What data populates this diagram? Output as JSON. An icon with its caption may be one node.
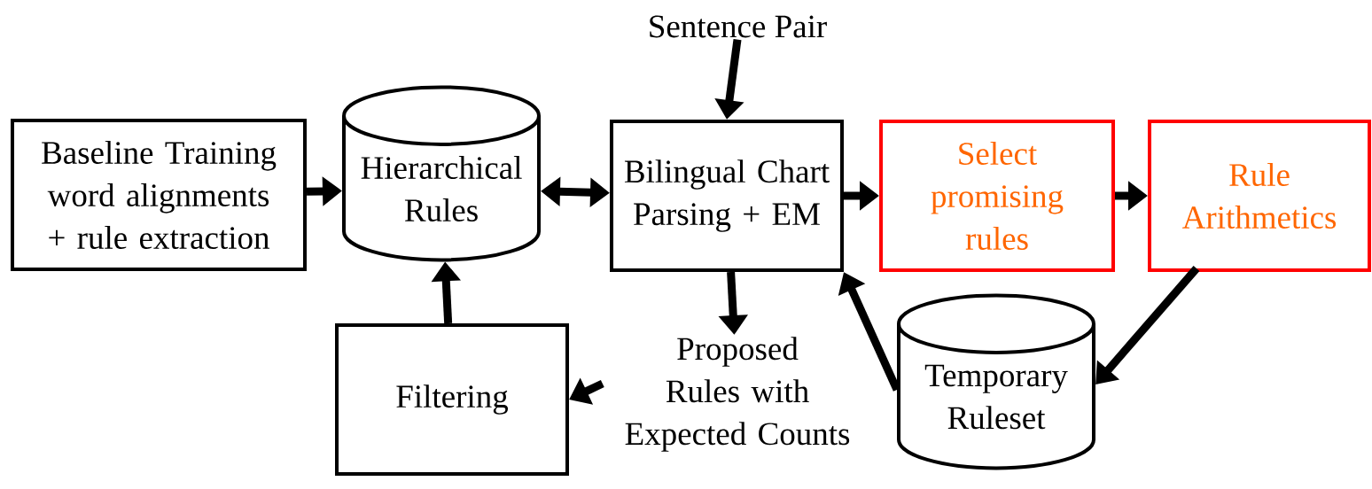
{
  "diagram": {
    "nodes": [
      {
        "text": [
          "Sentence Pair"
        ]
      },
      {
        "text": [
          "Baseline Training",
          "word alignments + rule extraction"
        ]
      },
      {
        "text": [
          "Hierarchical Rules"
        ]
      },
      {
        "text": [
          "Bilingual Chart Parsing + EM"
        ]
      },
      {
        "text": [
          "Select promising rules"
        ]
      },
      {
        "text": [
          "Rule Arithmetics"
        ]
      },
      {
        "text": [
          "Filtering"
        ]
      },
      {
        "text": [
          "Proposed Rules with Expected Counts"
        ]
      },
      {
        "text": [
          "Temporary Ruleset"
        ]
      }
    ],
    "edges": [
      {
        "from": 0,
        "to": 3,
        "arrow": "to"
      },
      {
        "from": 1,
        "to": 2,
        "arrow": "to"
      },
      {
        "from": 2,
        "to": 3,
        "arrow": "both"
      },
      {
        "from": 3,
        "to": 4,
        "arrow": "to"
      },
      {
        "from": 4,
        "to": 5,
        "arrow": "to"
      },
      {
        "from": 5,
        "to": 8,
        "arrow": "to"
      },
      {
        "from": 8,
        "to": 3,
        "arrow": "to"
      },
      {
        "from": 3,
        "to": 7,
        "arrow": "to"
      },
      {
        "from": 7,
        "to": 6,
        "arrow": "to"
      },
      {
        "from": 6,
        "to": 2,
        "arrow": "to"
      }
    ]
  }
}
